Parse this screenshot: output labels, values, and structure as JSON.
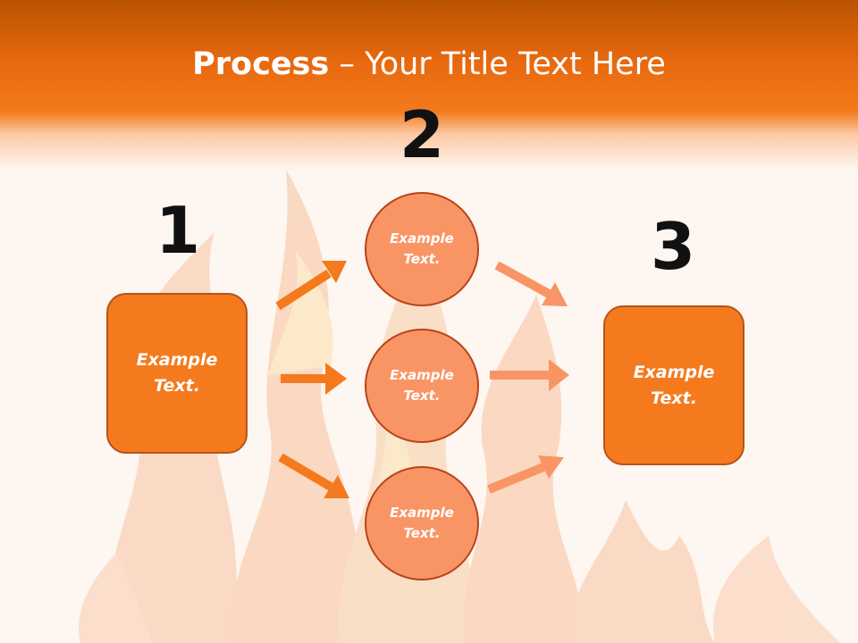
{
  "title": {
    "bold": "Process",
    "rest": " – Your Title Text Here"
  },
  "steps": {
    "one": "1",
    "two": "2",
    "three": "3"
  },
  "left_box": {
    "line1": "Example",
    "line2": "Text."
  },
  "right_box": {
    "line1": "Example",
    "line2": "Text."
  },
  "circles": [
    {
      "line1": "Example",
      "line2": "Text."
    },
    {
      "line1": "Example",
      "line2": "Text."
    },
    {
      "line1": "Example",
      "line2": "Text."
    }
  ],
  "colors": {
    "header": "#f47a1d",
    "box": "#f47a1d",
    "circle": "#f99565",
    "arrow_left": "#f47a1d",
    "arrow_right": "#f99565"
  }
}
